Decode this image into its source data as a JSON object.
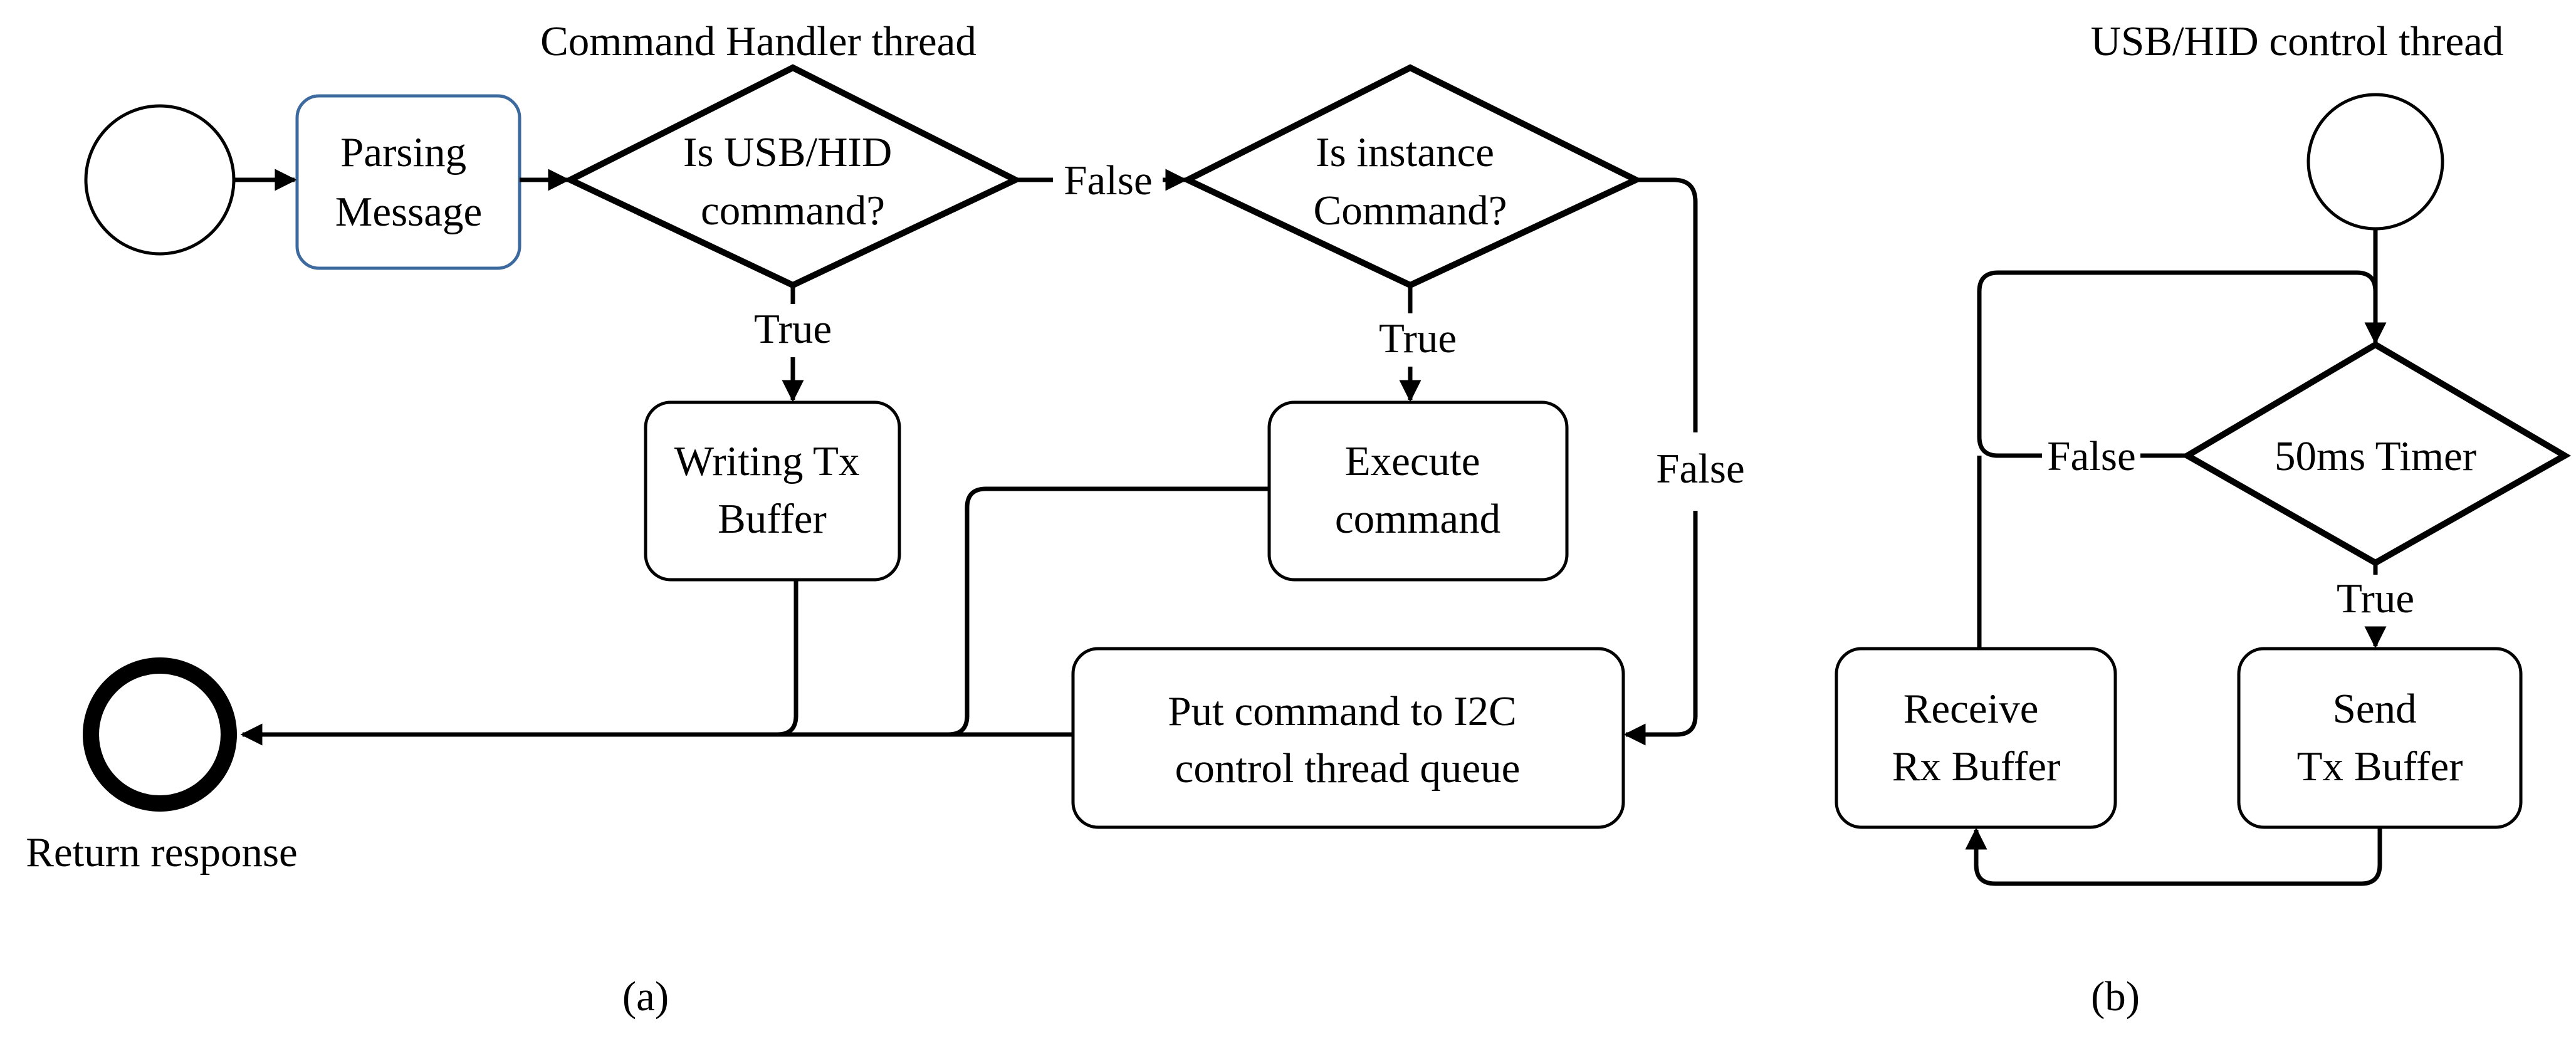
{
  "colors": {
    "stroke": "#000000",
    "parsing_box_border": "#3d6a9e",
    "background": "#ffffff"
  },
  "panel_a": {
    "title": "Command Handler thread",
    "caption": "(a)",
    "start_label": "",
    "parsing": [
      "Parsing",
      "Message"
    ],
    "decision_usb": [
      "Is USB/HID",
      "command?"
    ],
    "decision_instance": [
      "Is instance",
      "Command?"
    ],
    "writing": [
      "Writing Tx",
      "Buffer"
    ],
    "execute": [
      "Execute",
      "command"
    ],
    "put": [
      "Put command to I2C",
      "control thread queue"
    ],
    "end_label": "Return response",
    "edge_labels": {
      "usb_false": "False",
      "usb_true": "True",
      "instance_true": "True",
      "instance_false": "False"
    }
  },
  "panel_b": {
    "title": "USB/HID control thread",
    "caption": "(b)",
    "timer": "50ms Timer",
    "send": [
      "Send",
      "Tx Buffer"
    ],
    "receive": [
      "Receive",
      "Rx Buffer"
    ],
    "edge_labels": {
      "timer_false": "False",
      "timer_true": "True"
    }
  }
}
